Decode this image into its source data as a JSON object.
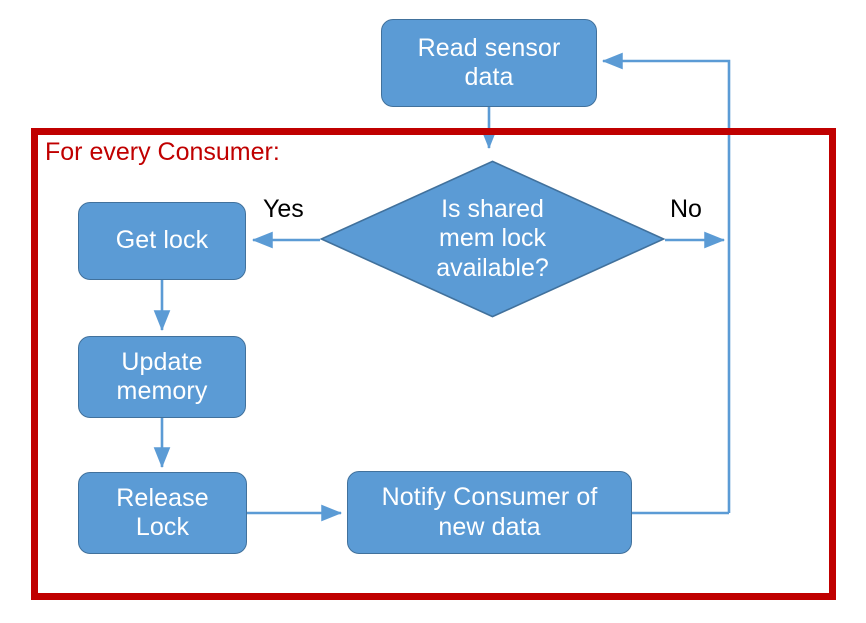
{
  "diagram": {
    "title_group": "For every Consumer:",
    "colors": {
      "node_fill": "#5B9BD5",
      "node_stroke": "#41719C",
      "connector": "#5B9BD5",
      "group_border": "#C00000",
      "group_text": "#C00000",
      "node_text": "#FFFFFF",
      "edge_label_text": "#000000",
      "background": "#FFFFFF"
    },
    "nodes": [
      {
        "id": "read_sensor",
        "shape": "process",
        "text": "Read sensor\ndata"
      },
      {
        "id": "is_lock_available",
        "shape": "decision",
        "text": "Is shared\nmem lock\navailable?"
      },
      {
        "id": "get_lock",
        "shape": "process",
        "text": "Get lock"
      },
      {
        "id": "update_memory",
        "shape": "process",
        "text": "Update\nmemory"
      },
      {
        "id": "release_lock",
        "shape": "process",
        "text": "Release\nLock"
      },
      {
        "id": "notify_consumer",
        "shape": "process",
        "text": "Notify Consumer of\nnew data"
      }
    ],
    "edges": [
      {
        "from": "read_sensor",
        "to": "is_lock_available",
        "label": ""
      },
      {
        "from": "is_lock_available",
        "to": "get_lock",
        "label": "Yes"
      },
      {
        "from": "is_lock_available",
        "to": "read_sensor",
        "label": "No"
      },
      {
        "from": "get_lock",
        "to": "update_memory",
        "label": ""
      },
      {
        "from": "update_memory",
        "to": "release_lock",
        "label": ""
      },
      {
        "from": "release_lock",
        "to": "notify_consumer",
        "label": ""
      },
      {
        "from": "notify_consumer",
        "to": "read_sensor",
        "label": ""
      }
    ],
    "edge_labels": {
      "yes": "Yes",
      "no": "No"
    }
  }
}
